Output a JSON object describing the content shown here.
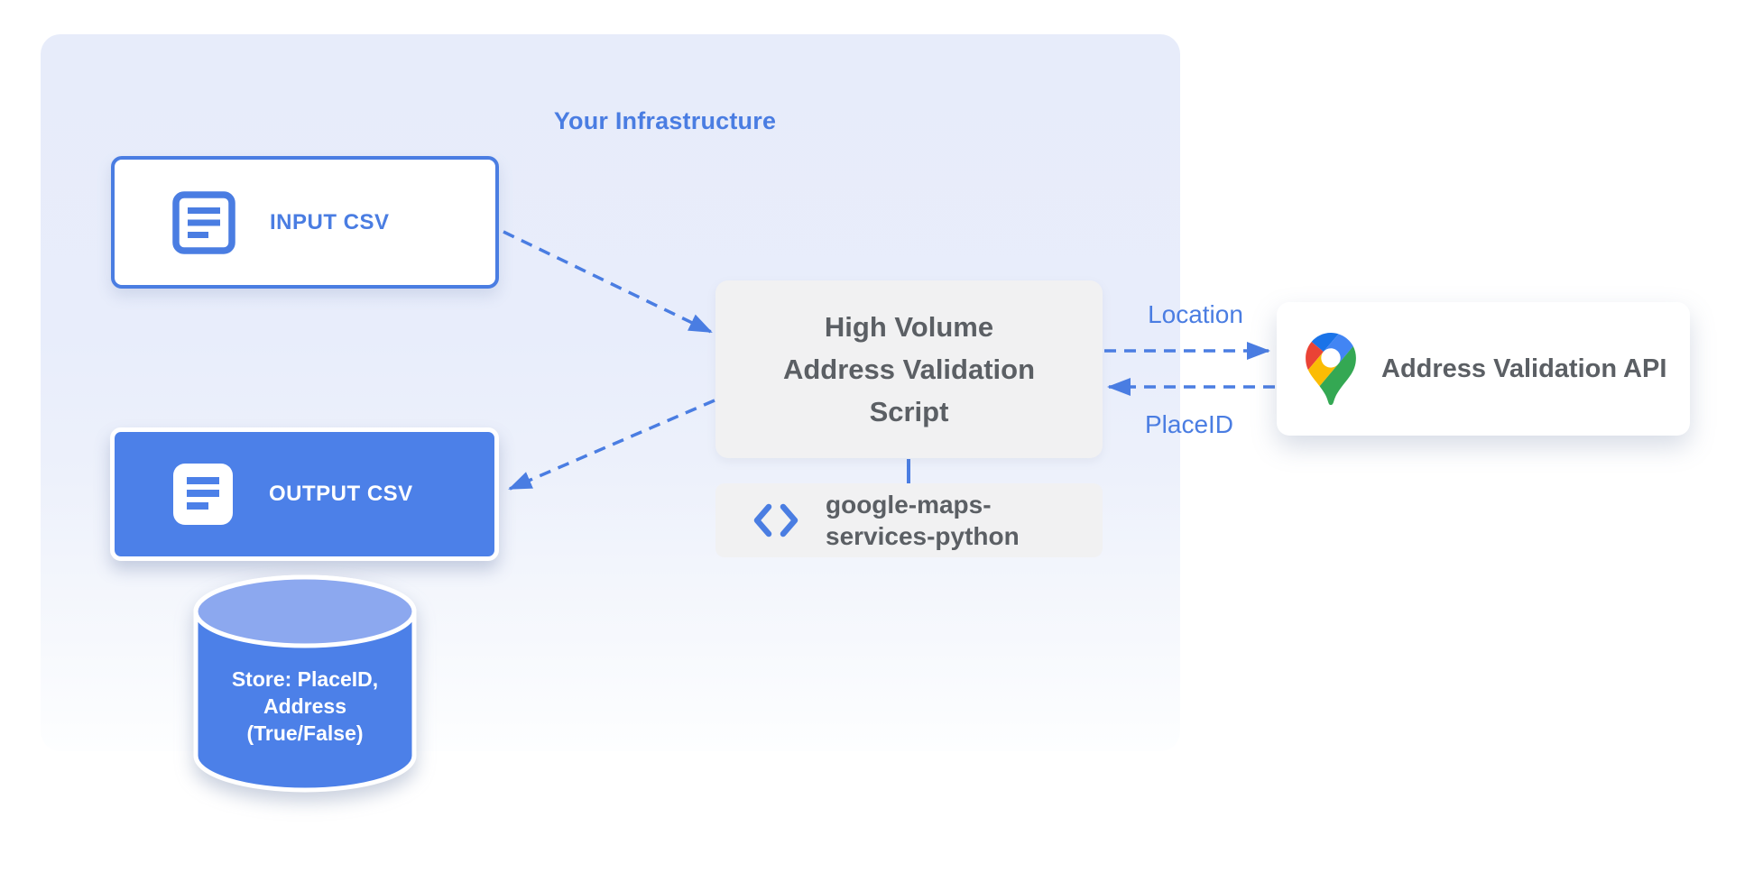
{
  "infrastructure": {
    "title": "Your Infrastructure"
  },
  "nodes": {
    "input_csv": {
      "label": "INPUT CSV",
      "icon": "document-lines-icon"
    },
    "output_csv": {
      "label": "OUTPUT CSV",
      "icon": "document-lines-icon"
    },
    "datastore": {
      "lines": [
        "Store: PlaceID,",
        "Address",
        "(True/False)"
      ],
      "icon": "database-cylinder"
    },
    "script": {
      "lines": [
        "High Volume",
        "Address Validation",
        "Script"
      ]
    },
    "library": {
      "lines": [
        "google-maps-",
        "services-python"
      ],
      "icon": "code-brackets-icon"
    },
    "api": {
      "label": "Address Validation API",
      "icon": "google-maps-pin-icon"
    }
  },
  "edge_labels": {
    "request": "Location",
    "response": "PlaceID"
  },
  "colors": {
    "accent_blue": "#4a7de2",
    "fill_blue": "#4c80e8",
    "cylinder_top_blue": "#8ca8ef",
    "container_lavender": "#e7ecfa",
    "box_gray": "#f1f1f2",
    "text_gray": "#5b5f64",
    "pin_red": "#ea4335",
    "pin_blue": "#4285f4",
    "pin_dark_blue": "#1a73e8",
    "pin_yellow": "#fbbc04",
    "pin_green": "#34a853"
  }
}
